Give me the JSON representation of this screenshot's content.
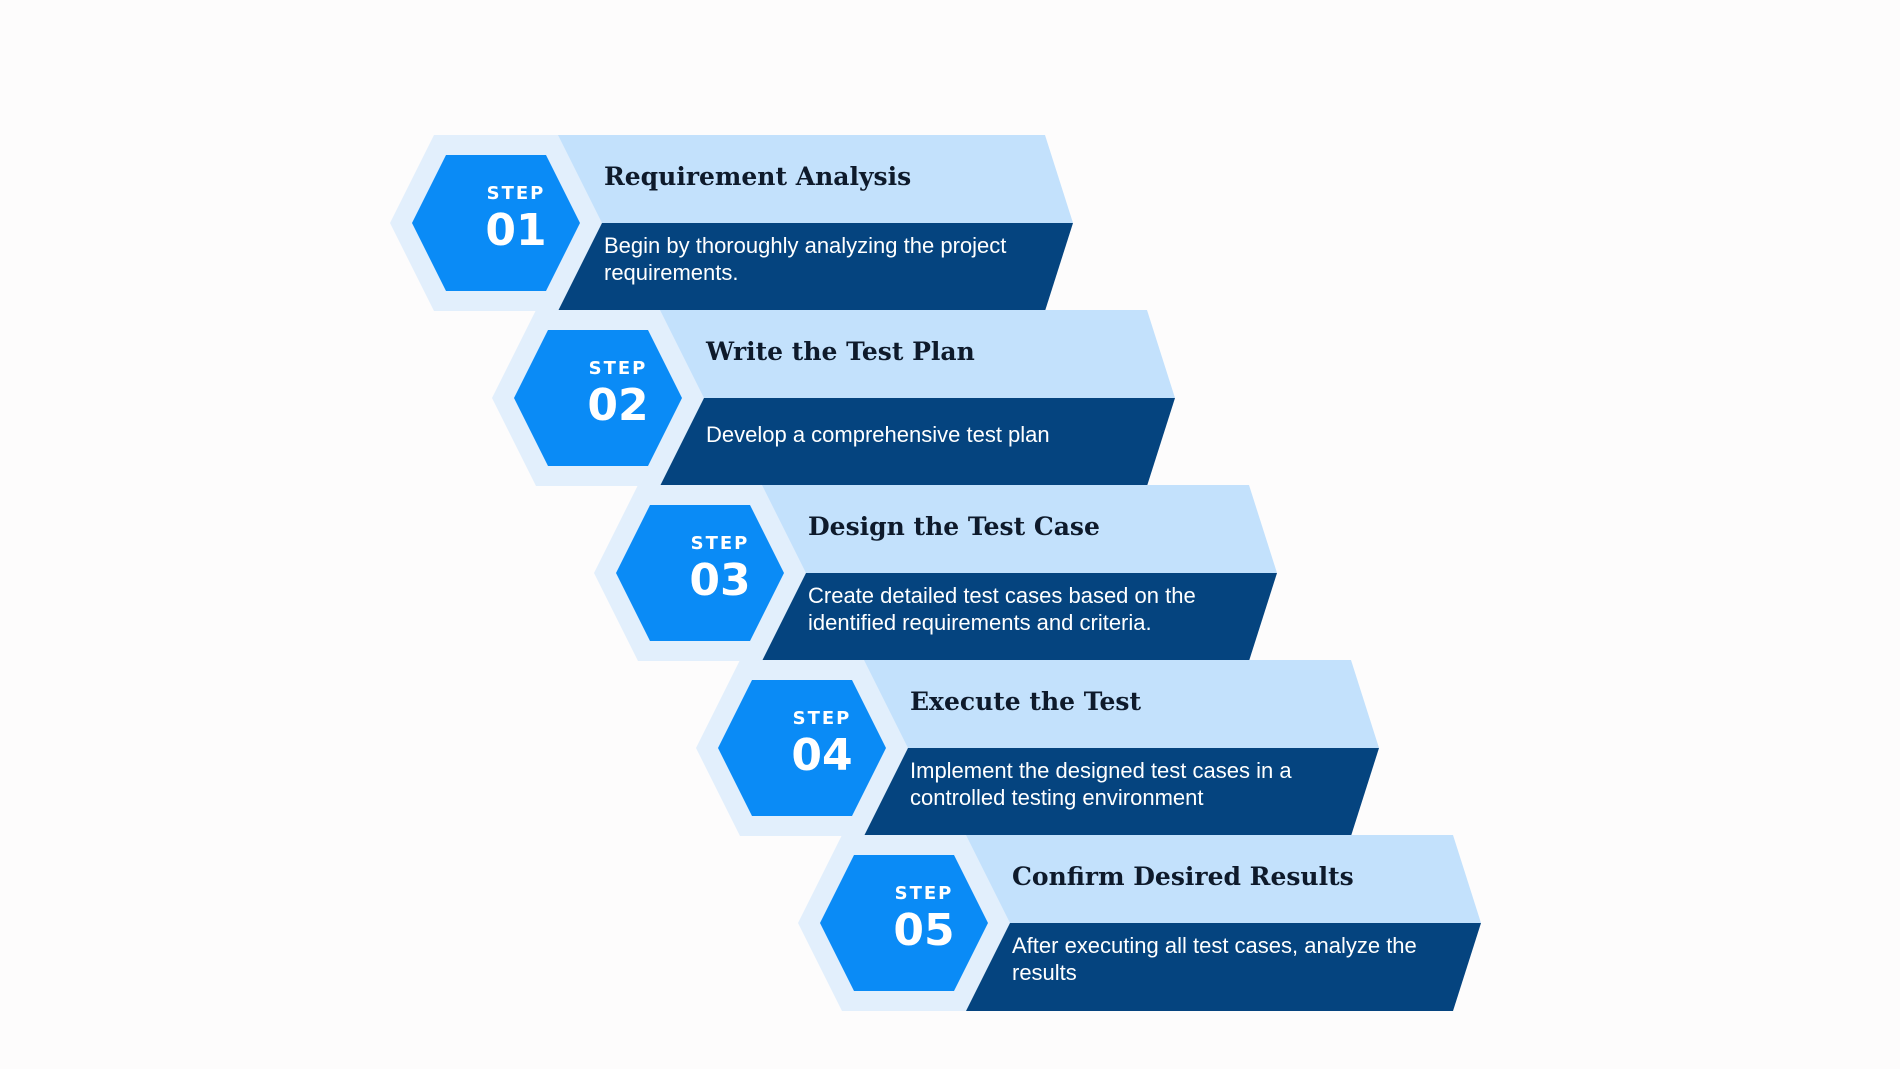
{
  "colors": {
    "background": "#fdfcfc",
    "hex_outer": "#e2effc",
    "hex_inner": "#0a8bf6",
    "banner_light": "#c3e1fc",
    "banner_dark": "#05447f",
    "title_text": "#0e1a2b",
    "desc_text": "#ffffff"
  },
  "steps": [
    {
      "label": "STEP",
      "number": "01",
      "title": "Requirement Analysis",
      "description": "Begin by thoroughly analyzing the project requirements."
    },
    {
      "label": "STEP",
      "number": "02",
      "title": "Write the Test Plan",
      "description": "Develop a comprehensive test plan"
    },
    {
      "label": "STEP",
      "number": "03",
      "title": "Design the Test Case",
      "description": "Create detailed test cases based on the identified requirements and criteria."
    },
    {
      "label": "STEP",
      "number": "04",
      "title": "Execute the Test",
      "description": "Implement the designed test cases in a controlled testing environment"
    },
    {
      "label": "STEP",
      "number": "05",
      "title": "Confirm Desired Results",
      "description": "After executing all test cases, analyze the results"
    }
  ]
}
